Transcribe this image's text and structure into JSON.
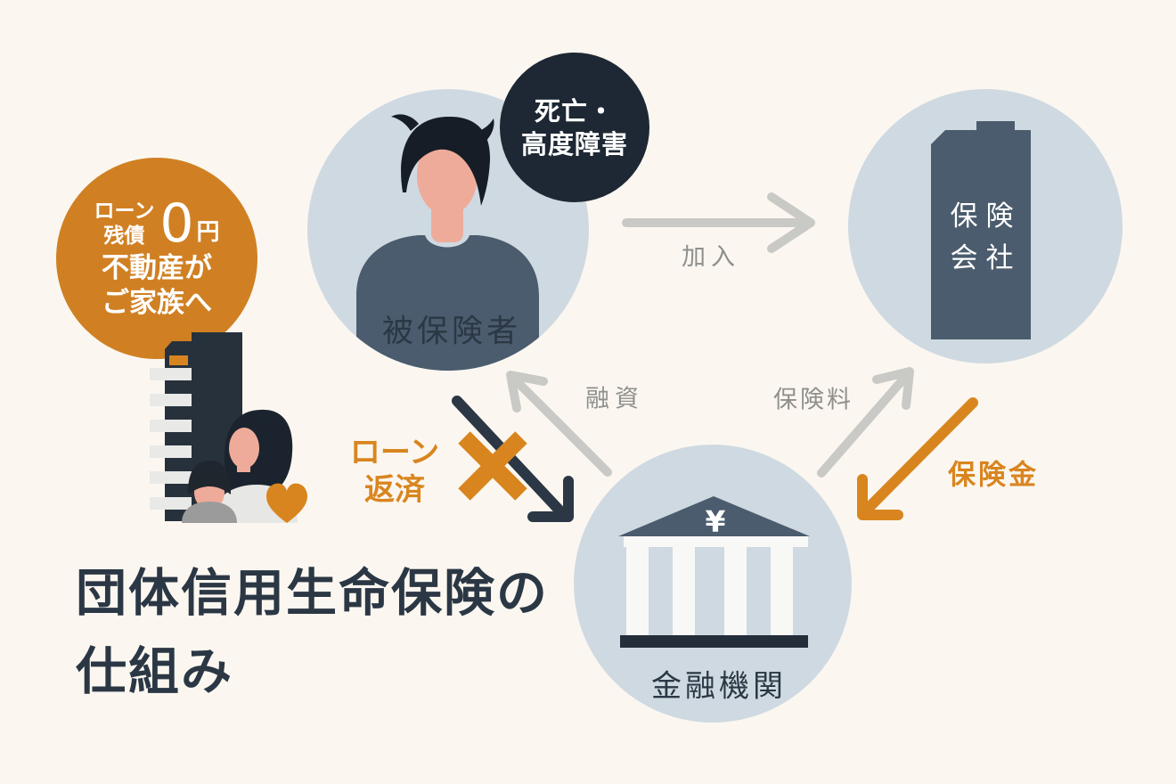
{
  "title": {
    "line1": "団体信用生命保険の",
    "line2": "仕組み"
  },
  "benefit_badge": {
    "small_line1": "ローン",
    "small_line2": "残債",
    "amount": "0",
    "unit": "円",
    "line2": "不動産が",
    "line3": "ご家族へ"
  },
  "event_badge": {
    "line1": "死亡・",
    "line2": "高度障害"
  },
  "nodes": {
    "insured": {
      "label": "被保険者"
    },
    "insurer": {
      "line1": "保険",
      "line2": "会社"
    },
    "bank": {
      "label": "金融機関",
      "currency_symbol": "¥"
    }
  },
  "flows": {
    "enrollment": {
      "label": "加入"
    },
    "financing": {
      "label": "融資"
    },
    "premium": {
      "label": "保険料"
    },
    "payout": {
      "label": "保険金"
    },
    "repayment": {
      "line1": "ローン",
      "line2": "返済"
    }
  },
  "colors": {
    "background": "#fbf7f0",
    "circle_light": "#cfd9e1",
    "orange": "#d9851f",
    "orange_deep": "#d08023",
    "navy_dark": "#1e2834",
    "slate": "#4a5c6d",
    "navy_text": "#2b3744",
    "arrow_gray": "#c9c9c6",
    "label_gray": "#8f8f8d",
    "skin": "#efab99",
    "white": "#ffffff"
  }
}
